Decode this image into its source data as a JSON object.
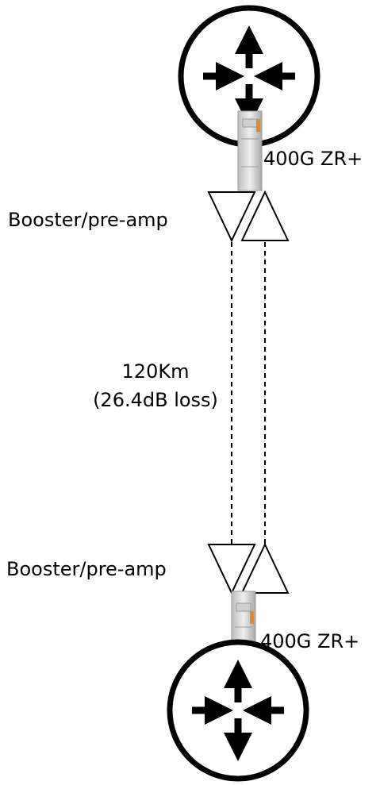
{
  "diagram": {
    "top": {
      "transceiver_label": "400G ZR+",
      "amp_label": "Booster/pre-amp",
      "router_icon": "router-icon",
      "transceiver_icon": "qsfp-module-icon"
    },
    "link": {
      "distance": "120Km",
      "loss": "(26.4dB loss)"
    },
    "bottom": {
      "amp_label": "Booster/pre-amp",
      "transceiver_label": "400G ZR+",
      "router_icon": "router-icon",
      "transceiver_icon": "qsfp-module-icon"
    },
    "colors": {
      "stroke": "#000000",
      "module_body": "#dcdcdc",
      "module_accent": "#e08a2a"
    }
  }
}
